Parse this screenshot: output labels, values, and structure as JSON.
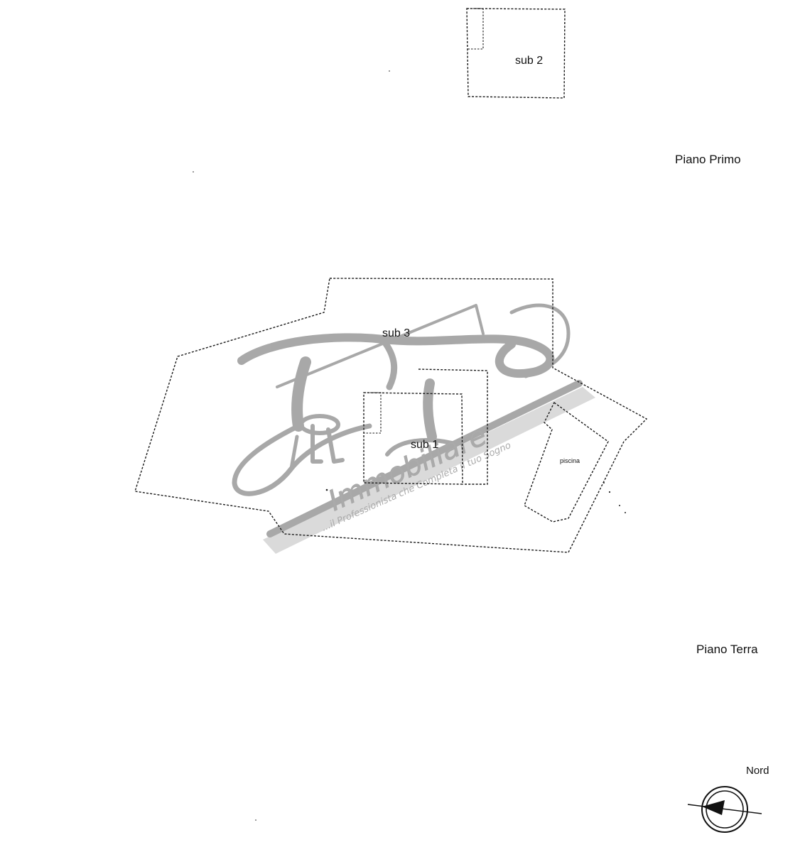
{
  "rooms": {
    "sub2": "sub 2",
    "sub3": "sub 3",
    "sub1": "sub 1",
    "piscina": "piscina"
  },
  "floors": {
    "piano_primo": "Piano Primo",
    "piano_terra": "Piano Terra"
  },
  "compass": {
    "label": "Nord",
    "icon": "north-arrow-icon"
  },
  "watermark": {
    "logo_icon": "keys-logo-icon",
    "brand_text": "Immobiliare",
    "tagline": "...il Professionista che Completa il tuo Sogno"
  },
  "colors": {
    "line": "#1a1a1a",
    "watermark": "#9a9a9a"
  }
}
